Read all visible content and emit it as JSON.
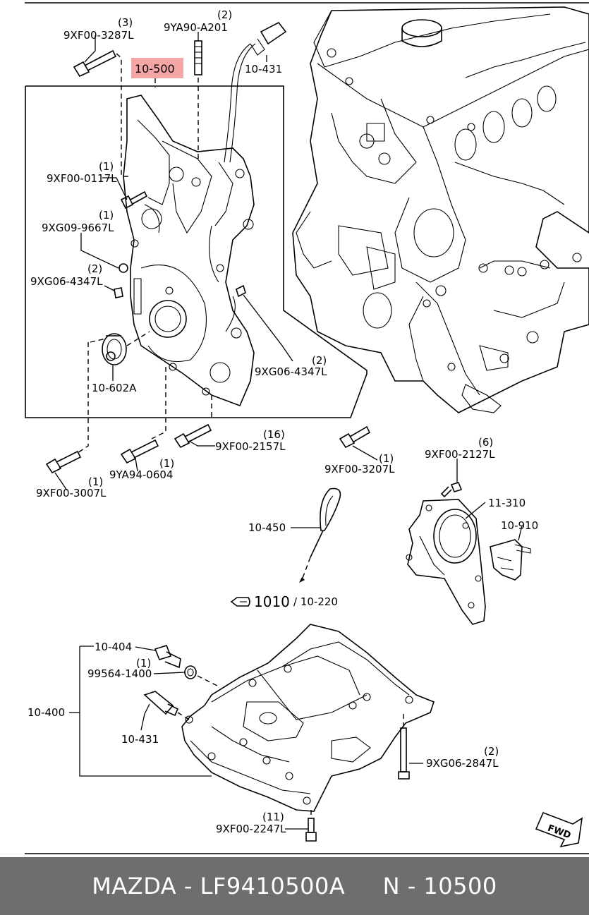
{
  "diagram": {
    "labels": {
      "q_3": "(3)",
      "p_9XF00_3287L": "9XF00-3287L",
      "q_2a": "(2)",
      "p_9YA90_A201": "9YA90-A201",
      "p_10_431a": "10-431",
      "p_10_500": "10-500",
      "q_1a": "(1)",
      "p_9XF00_0117L": "9XF00-0117L",
      "q_1b": "(1)",
      "p_9XG09_9667L": "9XG09-9667L",
      "q_2b": "(2)",
      "p_9XG06_4347La": "9XG06-4347L",
      "q_2c": "(2)",
      "p_9XG06_4347Lb": "9XG06-4347L",
      "p_10_602A": "10-602A",
      "q_16": "(16)",
      "p_9XF00_2157L": "9XF00-2157L",
      "q_1c": "(1)",
      "p_9XF00_3207L": "9XF00-3207L",
      "q_1d": "(1)",
      "p_9YA94_0604": "9YA94-0604",
      "q_1e": "(1)",
      "p_9XF00_3007L": "9XF00-3007L",
      "q_6": "(6)",
      "p_9XF00_2127L": "9XF00-2127L",
      "p_11_310": "11-310",
      "p_10_910": "10-910",
      "p_10_450": "10-450",
      "p_1010": "1010",
      "p_10_220": "/ 10-220",
      "p_10_404": "10-404",
      "q_1f": "(1)",
      "p_99564_1400": "99564-1400",
      "p_10_400": "10-400",
      "p_10_431b": "10-431",
      "q_2d": "(2)",
      "p_9XG06_2847L": "9XG06-2847L",
      "q_11": "(11)",
      "p_9XF00_2247L": "9XF00-2247L",
      "fwd": "FWD"
    },
    "highlight_color": "#f4a6a6"
  },
  "footer": {
    "text": "MAZDA - LF9410500A     N - 10500",
    "background": "#6e6e6e"
  }
}
